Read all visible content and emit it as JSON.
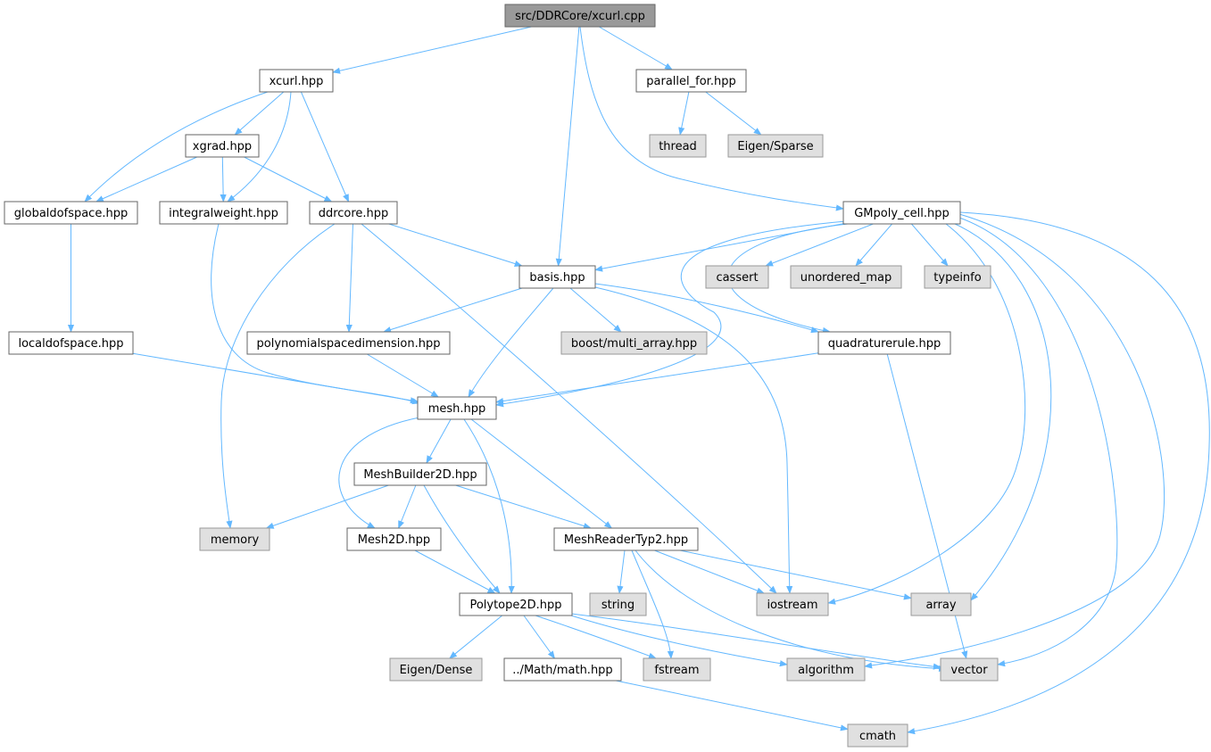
{
  "colors": {
    "edge": "#63b8ff",
    "root_fill": "#999999",
    "root_stroke": "#666666",
    "doc_fill": "#ffffff",
    "doc_stroke": "#666666",
    "ext_fill": "#e0e0e0",
    "ext_stroke": "#999999"
  },
  "nodes": [
    {
      "id": "xcurl_cpp",
      "label": "src/DDRCore/xcurl.cpp",
      "kind": "root"
    },
    {
      "id": "xcurl_hpp",
      "label": "xcurl.hpp",
      "kind": "doc"
    },
    {
      "id": "parallel_for",
      "label": "parallel_for.hpp",
      "kind": "doc"
    },
    {
      "id": "thread",
      "label": "thread",
      "kind": "ext"
    },
    {
      "id": "eigen_sparse",
      "label": "Eigen/Sparse",
      "kind": "ext"
    },
    {
      "id": "xgrad",
      "label": "xgrad.hpp",
      "kind": "doc"
    },
    {
      "id": "globaldofspace",
      "label": "globaldofspace.hpp",
      "kind": "doc"
    },
    {
      "id": "integralweight",
      "label": "integralweight.hpp",
      "kind": "doc"
    },
    {
      "id": "ddrcore",
      "label": "ddrcore.hpp",
      "kind": "doc"
    },
    {
      "id": "gmpoly",
      "label": "GMpoly_cell.hpp",
      "kind": "doc"
    },
    {
      "id": "basis",
      "label": "basis.hpp",
      "kind": "doc"
    },
    {
      "id": "cassert",
      "label": "cassert",
      "kind": "ext"
    },
    {
      "id": "unordered_map",
      "label": "unordered_map",
      "kind": "ext"
    },
    {
      "id": "typeinfo",
      "label": "typeinfo",
      "kind": "ext"
    },
    {
      "id": "localdofspace",
      "label": "localdofspace.hpp",
      "kind": "doc"
    },
    {
      "id": "polyspacedim",
      "label": "polynomialspacedimension.hpp",
      "kind": "doc"
    },
    {
      "id": "boost_multi",
      "label": "boost/multi_array.hpp",
      "kind": "ext"
    },
    {
      "id": "quadrule",
      "label": "quadraturerule.hpp",
      "kind": "doc"
    },
    {
      "id": "mesh",
      "label": "mesh.hpp",
      "kind": "doc"
    },
    {
      "id": "meshbuilder",
      "label": "MeshBuilder2D.hpp",
      "kind": "doc"
    },
    {
      "id": "memory",
      "label": "memory",
      "kind": "ext"
    },
    {
      "id": "mesh2d",
      "label": "Mesh2D.hpp",
      "kind": "doc"
    },
    {
      "id": "meshreader",
      "label": "MeshReaderTyp2.hpp",
      "kind": "doc"
    },
    {
      "id": "string",
      "label": "string",
      "kind": "ext"
    },
    {
      "id": "polytope2d",
      "label": "Polytope2D.hpp",
      "kind": "doc"
    },
    {
      "id": "iostream",
      "label": "iostream",
      "kind": "ext"
    },
    {
      "id": "array",
      "label": "array",
      "kind": "ext"
    },
    {
      "id": "eigen_dense",
      "label": "Eigen/Dense",
      "kind": "ext"
    },
    {
      "id": "math",
      "label": "../Math/math.hpp",
      "kind": "doc"
    },
    {
      "id": "fstream",
      "label": "fstream",
      "kind": "ext"
    },
    {
      "id": "algorithm",
      "label": "algorithm",
      "kind": "ext"
    },
    {
      "id": "vector",
      "label": "vector",
      "kind": "ext"
    },
    {
      "id": "cmath",
      "label": "cmath",
      "kind": "ext"
    }
  ],
  "edges": [
    [
      "xcurl_cpp",
      "xcurl_hpp"
    ],
    [
      "xcurl_cpp",
      "parallel_for"
    ],
    [
      "xcurl_cpp",
      "basis"
    ],
    [
      "xcurl_cpp",
      "gmpoly"
    ],
    [
      "parallel_for",
      "thread"
    ],
    [
      "parallel_for",
      "eigen_sparse"
    ],
    [
      "xcurl_hpp",
      "xgrad"
    ],
    [
      "xcurl_hpp",
      "globaldofspace"
    ],
    [
      "xcurl_hpp",
      "integralweight"
    ],
    [
      "xcurl_hpp",
      "ddrcore"
    ],
    [
      "xgrad",
      "globaldofspace"
    ],
    [
      "xgrad",
      "integralweight"
    ],
    [
      "xgrad",
      "ddrcore"
    ],
    [
      "globaldofspace",
      "localdofspace"
    ],
    [
      "localdofspace",
      "mesh"
    ],
    [
      "integralweight",
      "mesh"
    ],
    [
      "ddrcore",
      "basis"
    ],
    [
      "ddrcore",
      "polyspacedim"
    ],
    [
      "ddrcore",
      "memory"
    ],
    [
      "ddrcore",
      "iostream"
    ],
    [
      "gmpoly",
      "basis"
    ],
    [
      "gmpoly",
      "cassert"
    ],
    [
      "gmpoly",
      "unordered_map"
    ],
    [
      "gmpoly",
      "typeinfo"
    ],
    [
      "gmpoly",
      "quadrule"
    ],
    [
      "gmpoly",
      "mesh"
    ],
    [
      "gmpoly",
      "iostream"
    ],
    [
      "gmpoly",
      "array"
    ],
    [
      "gmpoly",
      "algorithm"
    ],
    [
      "gmpoly",
      "vector"
    ],
    [
      "gmpoly",
      "cmath"
    ],
    [
      "basis",
      "polyspacedim"
    ],
    [
      "basis",
      "boost_multi"
    ],
    [
      "basis",
      "quadrule"
    ],
    [
      "basis",
      "mesh"
    ],
    [
      "basis",
      "iostream"
    ],
    [
      "polyspacedim",
      "mesh"
    ],
    [
      "quadrule",
      "mesh"
    ],
    [
      "quadrule",
      "vector"
    ],
    [
      "mesh",
      "meshbuilder"
    ],
    [
      "mesh",
      "mesh2d"
    ],
    [
      "mesh",
      "meshreader"
    ],
    [
      "mesh",
      "polytope2d"
    ],
    [
      "meshbuilder",
      "memory"
    ],
    [
      "meshbuilder",
      "mesh2d"
    ],
    [
      "meshbuilder",
      "meshreader"
    ],
    [
      "meshbuilder",
      "polytope2d"
    ],
    [
      "mesh2d",
      "polytope2d"
    ],
    [
      "meshreader",
      "string"
    ],
    [
      "meshreader",
      "iostream"
    ],
    [
      "meshreader",
      "array"
    ],
    [
      "meshreader",
      "fstream"
    ],
    [
      "meshreader",
      "vector"
    ],
    [
      "polytope2d",
      "eigen_dense"
    ],
    [
      "polytope2d",
      "math"
    ],
    [
      "polytope2d",
      "fstream"
    ],
    [
      "polytope2d",
      "algorithm"
    ],
    [
      "polytope2d",
      "vector"
    ],
    [
      "math",
      "cmath"
    ]
  ]
}
